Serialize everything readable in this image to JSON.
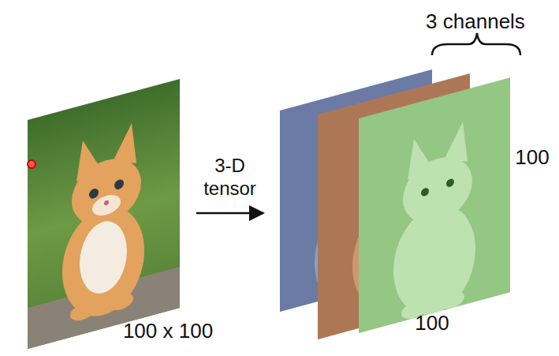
{
  "diagram": {
    "nodes": [
      {
        "text": [
          "100 x 100"
        ]
      },
      {
        "text": [
          "3 channels",
          "100",
          "100"
        ]
      }
    ],
    "edges": [
      {
        "from": 0,
        "to": 1,
        "arrow": "to",
        "label": "3-D tensor"
      }
    ]
  }
}
